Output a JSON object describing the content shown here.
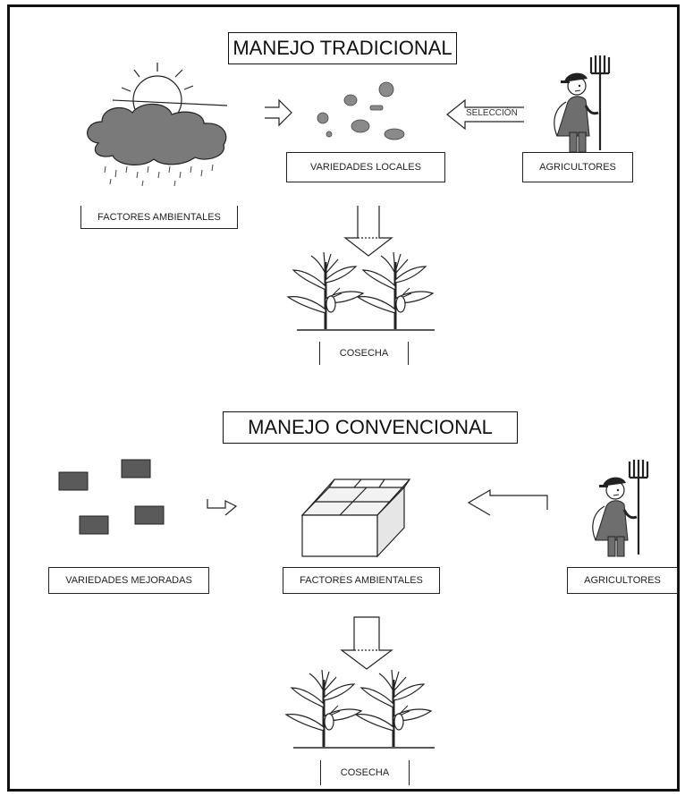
{
  "traditional": {
    "title": "MANEJO TRADICIONAL",
    "env_label": "FACTORES AMBIENTALES",
    "varieties_label": "VARIEDADES LOCALES",
    "farmers_label": "AGRICULTORES",
    "selection_label": "SELECCIÓN",
    "harvest_label": "COSECHA"
  },
  "conventional": {
    "title": "MANEJO CONVENCIONAL",
    "varieties_label": "VARIEDADES MEJORADAS",
    "env_label": "FACTORES AMBIENTALES",
    "farmers_label": "AGRICULTORES",
    "harvest_label": "COSECHA"
  },
  "colors": {
    "cloud": "#777777",
    "seed": "#8a8a8a",
    "improved_seed": "#5a5a5a",
    "ink": "#1a1a1a"
  }
}
